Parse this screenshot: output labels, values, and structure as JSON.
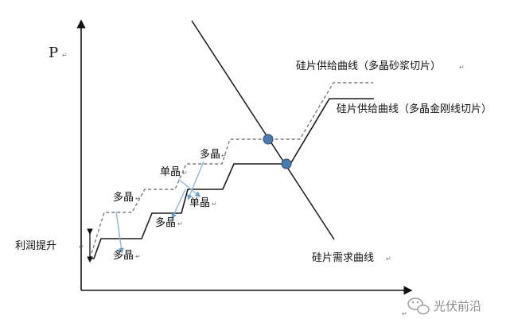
{
  "axes": {
    "y_label": "P",
    "para_mark": "↵"
  },
  "curves": {
    "supply_sand_label": "硅片供给曲线（多晶砂浆切片）",
    "supply_diamond_label": "硅片供给曲线（多晶金刚线切片）",
    "demand_label": "硅片需求曲线"
  },
  "annotations": {
    "profit_label": "利润提升",
    "poly_1": "多晶",
    "poly_2": "多晶",
    "poly_3": "多晶",
    "poly_4": "多晶",
    "mono_1": "单晶",
    "mono_2": "单晶"
  },
  "watermark": {
    "text": "光伏前沿"
  },
  "colors": {
    "line": "#1a1a1a",
    "dashed": "#7a7a7a",
    "arrow": "#6aa0c8",
    "point": "#4a7ab0"
  }
}
